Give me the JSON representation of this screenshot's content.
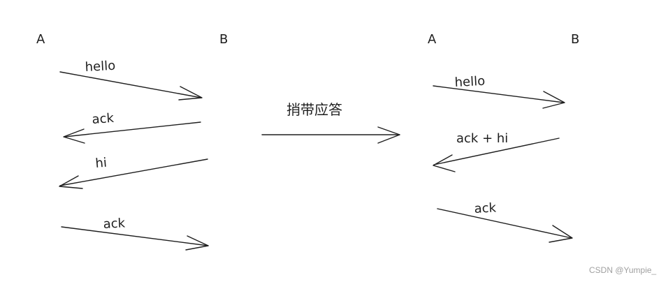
{
  "left": {
    "party_a": "A",
    "party_b": "B",
    "messages": [
      "hello",
      "ack",
      "hi",
      "ack"
    ]
  },
  "middle": {
    "label": "捎带应答"
  },
  "right": {
    "party_a": "A",
    "party_b": "B",
    "messages": [
      "hello",
      "ack + hi",
      "ack"
    ]
  },
  "watermark": "CSDN @Yumpie_"
}
